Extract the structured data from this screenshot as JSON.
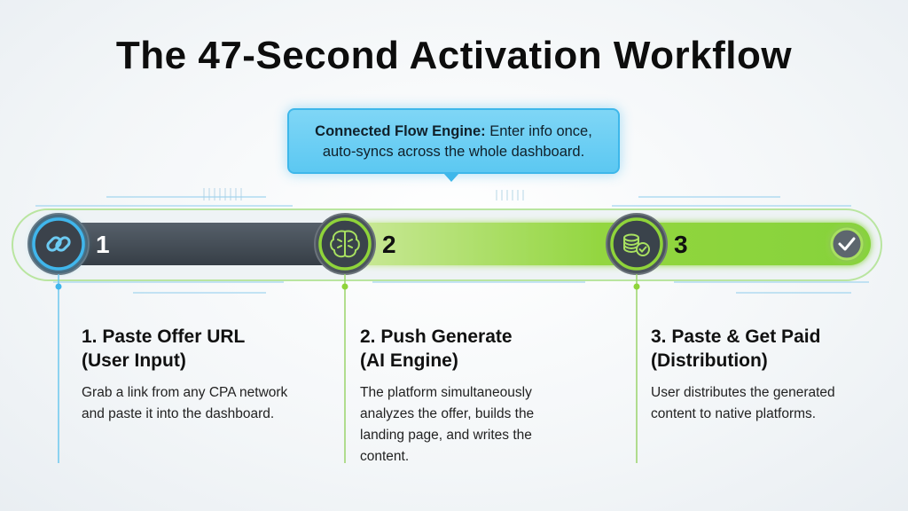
{
  "title": "The 47-Second Activation Workflow",
  "callout": {
    "bold": "Connected Flow Engine:",
    "line1_rest": " Enter info once,",
    "line2": "auto-syncs across the whole dashboard."
  },
  "steps": [
    {
      "number": "1",
      "icon": "link-icon",
      "title_line1": "1. Paste Offer URL",
      "title_line2": "(User Input)",
      "description": "Grab a link from any CPA network and paste it into the dashboard."
    },
    {
      "number": "2",
      "icon": "brain-icon",
      "title_line1": "2. Push Generate",
      "title_line2": "(AI Engine)",
      "description": "The platform simultaneously analyzes the offer, builds the landing page, and writes the content."
    },
    {
      "number": "3",
      "icon": "coins-check-icon",
      "title_line1": "3. Paste & Get Paid",
      "title_line2": "(Distribution)",
      "description": "User distributes the generated content to native platforms."
    }
  ],
  "end_icon": "checkmark-icon",
  "colors": {
    "dark_track": "#3e4750",
    "green_accent": "#8fd43a",
    "blue_accent": "#3fb6ec"
  }
}
